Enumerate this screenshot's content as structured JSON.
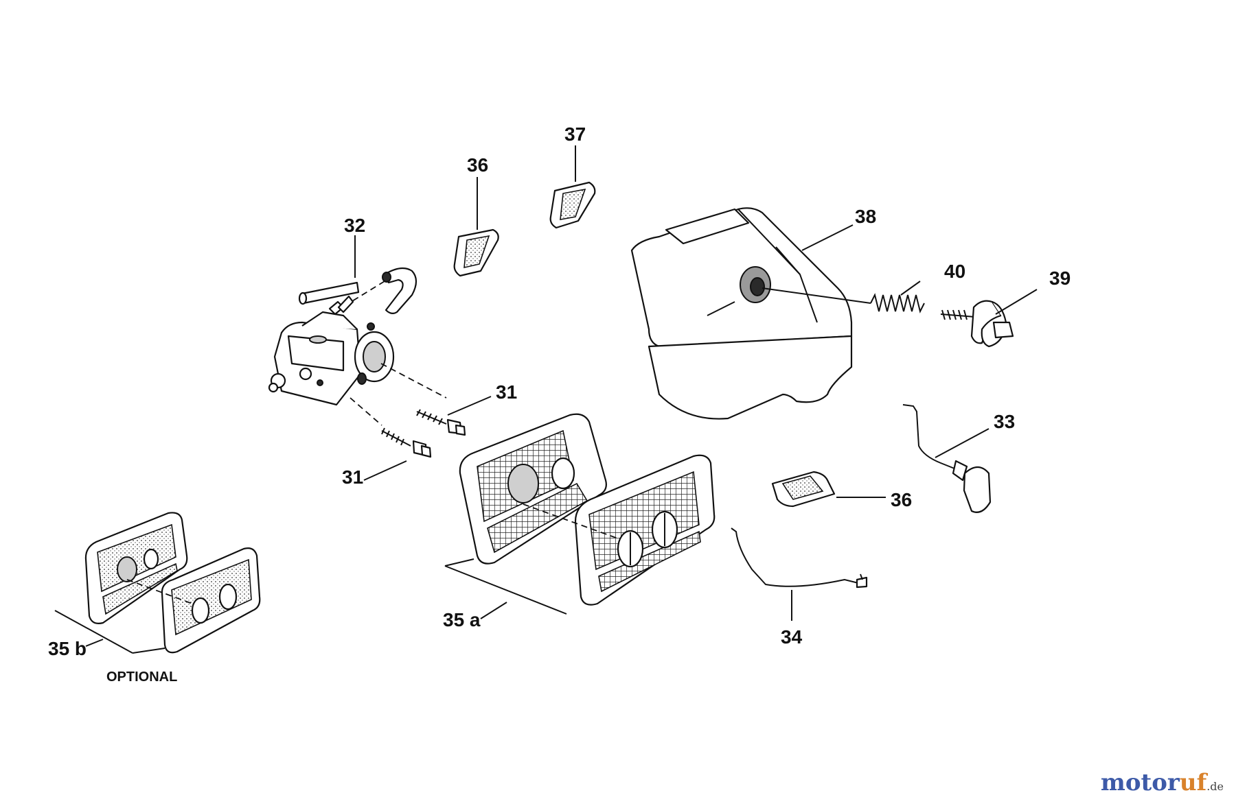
{
  "labels": {
    "p31a": "31",
    "p31b": "31",
    "p32": "32",
    "p33": "33",
    "p34": "34",
    "p35a": "35 a",
    "p35b": "35 b",
    "p36a": "36",
    "p36b": "36",
    "p37": "37",
    "p38": "38",
    "p39": "39",
    "p40": "40"
  },
  "note": "OPTIONAL",
  "watermark": {
    "part1": "motor",
    "part2": "uf",
    "suffix": ".de"
  }
}
